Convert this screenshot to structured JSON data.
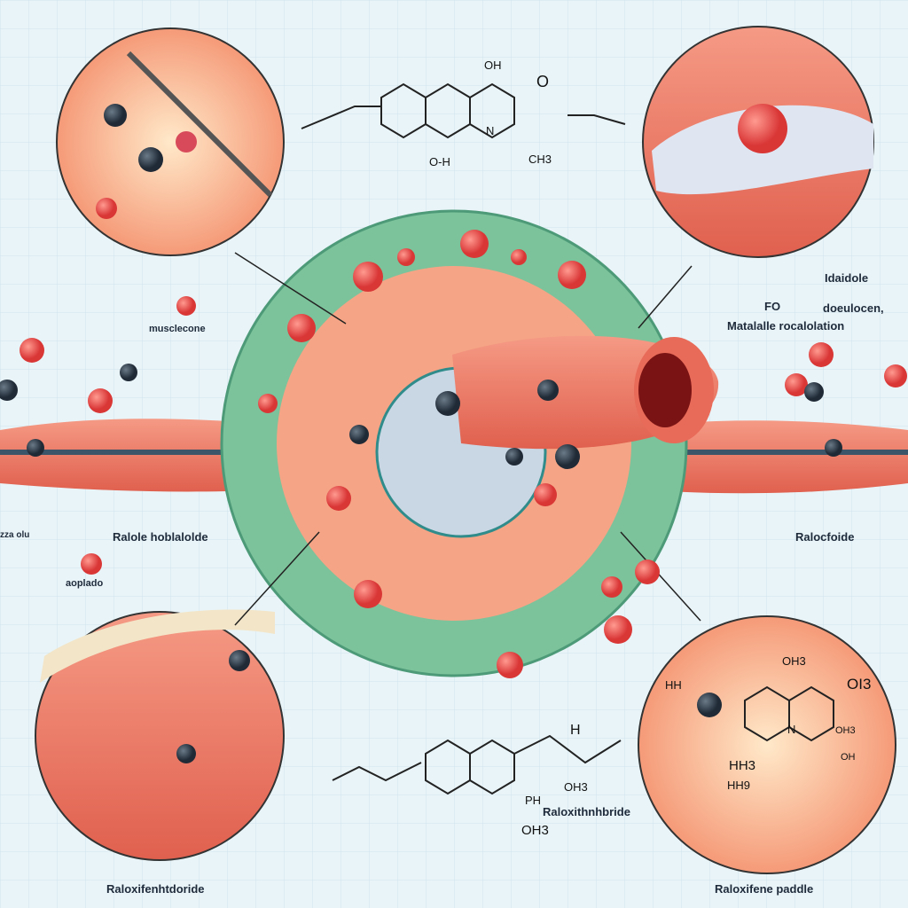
{
  "labels": {
    "top_right_a": "Idaidole",
    "top_right_fo": "FO",
    "top_right_b": "doeulocen,",
    "top_right_c": "Matalalle rocalolation",
    "left_muscle": "musclecone",
    "left_mid": "Ralole hoblalolde",
    "left_small": "aoplado",
    "left_edge": "zza olu",
    "right_mid": "Ralocfoide",
    "bottom_left": "Raloxifenhtdoride",
    "bottom_right": "Raloxifene paddle",
    "bottom_center": "Raloxithnhbride"
  },
  "chem_top": {
    "oh": "OH",
    "o": "O",
    "n": "N",
    "oh_bottom": "O-H",
    "ch3": "CH3"
  },
  "chem_bottom": {
    "h": "H",
    "ch3": "OH3",
    "ph": "PH",
    "oh": "OH3"
  },
  "chem_right": {
    "hh": "HH",
    "ch3": "OH3",
    "oi": "OI3",
    "n": "N",
    "oh": "OH3",
    "hh3": "HH3",
    "hh9": "HH9",
    "ohh": "OH"
  },
  "colors": {
    "background": "#e8f4f8",
    "muscle": "#ef7a68",
    "sphere": "#e84a4a",
    "atom": "#2d3a48",
    "ring": "#6fb58e"
  }
}
